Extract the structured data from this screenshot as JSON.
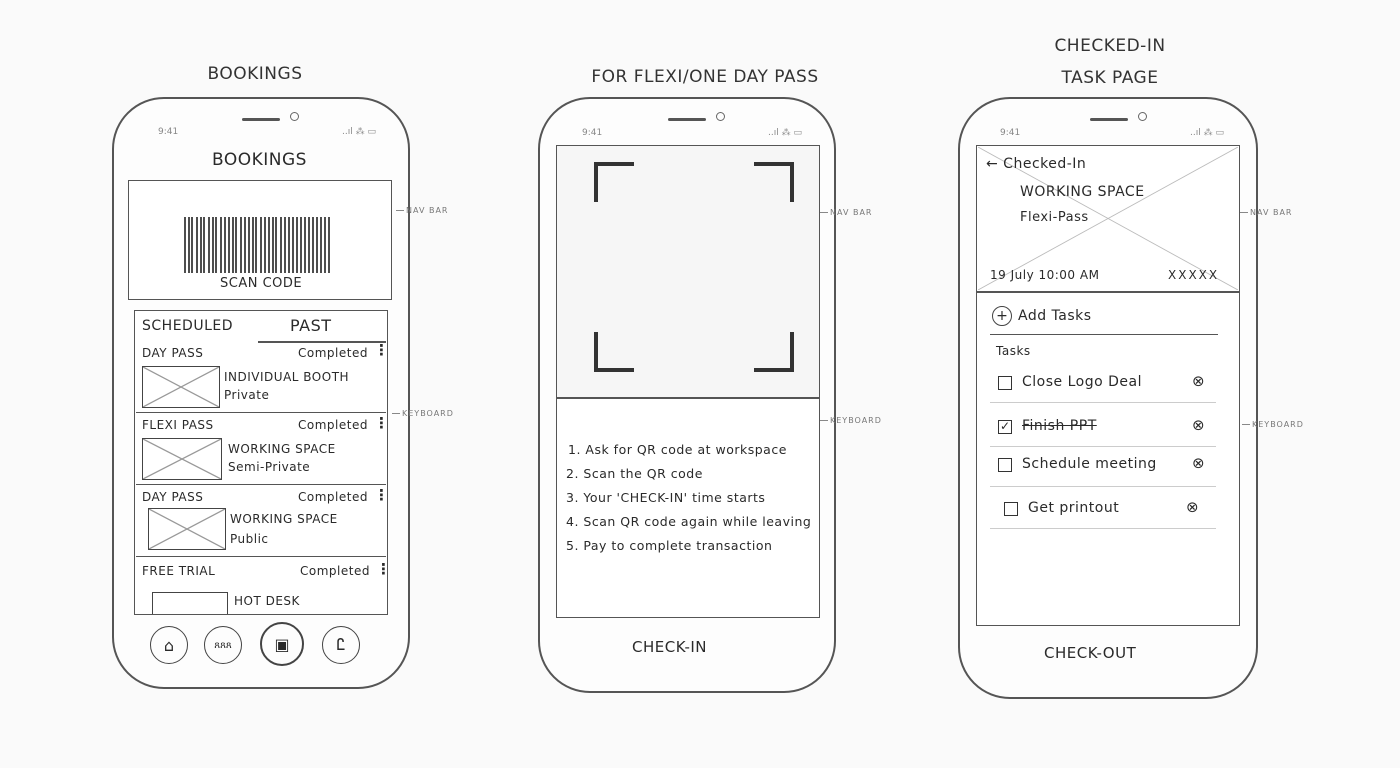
{
  "titles": {
    "bookings": "BOOKINGS",
    "flexi": "FOR FLEXI/ONE DAY PASS",
    "checkedin_line1": "CHECKED-IN",
    "checkedin_line2": "TASK PAGE"
  },
  "side_labels": {
    "nav_bar": "NAV BAR",
    "keyboard": "KEYBOARD"
  },
  "status": {
    "time": "9:41",
    "icons": "..ıl ⁂ ▭"
  },
  "bookings": {
    "header": "BOOKINGS",
    "scan_label": "SCAN CODE",
    "tabs": [
      "SCHEDULED",
      "PAST"
    ],
    "items": [
      {
        "pass": "DAY PASS",
        "status": "Completed",
        "line1": "INDIVIDUAL BOOTH",
        "line2": "Private"
      },
      {
        "pass": "FLEXI PASS",
        "status": "Completed",
        "line1": "WORKING SPACE",
        "line2": "Semi-Private"
      },
      {
        "pass": "DAY PASS",
        "status": "Completed",
        "line1": "WORKING SPACE",
        "line2": "Public"
      },
      {
        "pass": "FREE TRIAL",
        "status": "Completed",
        "line1": "HOT DESK",
        "line2": ""
      }
    ],
    "nav": [
      "home-icon",
      "community-icon",
      "calendar-icon",
      "profile-icon"
    ],
    "nav_glyphs": [
      "⌂",
      "ጸጸጸ",
      "▣",
      "Ꮭ"
    ]
  },
  "flexi": {
    "steps": [
      "1. Ask for QR code at workspace",
      "2. Scan the QR code",
      "3. Your 'CHECK-IN' time starts",
      "4. Scan QR code again while leaving",
      "5. Pay to complete transaction"
    ],
    "button": "CHECK-IN"
  },
  "checkin": {
    "back": "← Checked-In",
    "space": "WORKING SPACE",
    "pass": "Flexi-Pass",
    "datetime": "19 July 10:00 AM",
    "code": "XXXXX",
    "add_tasks": "Add Tasks",
    "tasks_heading": "Tasks",
    "tasks": [
      {
        "label": "Close Logo Deal",
        "done": false
      },
      {
        "label": "Finish PPT",
        "done": true
      },
      {
        "label": "Schedule meeting",
        "done": false
      },
      {
        "label": "Get printout",
        "done": false
      }
    ],
    "button": "CHECK-OUT"
  }
}
